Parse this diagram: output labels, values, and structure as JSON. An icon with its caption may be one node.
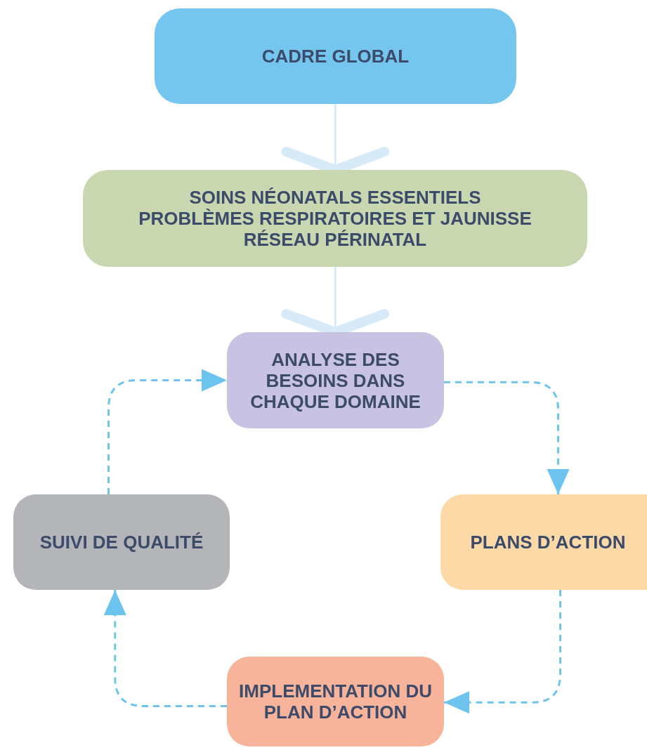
{
  "diagram": {
    "nodes": [
      {
        "text": [
          "CADRE GLOBAL"
        ]
      },
      {
        "text": [
          "SOINS NÉONATALS ESSENTIELS",
          "PROBLÈMES RESPIRATOIRES ET JAUNISSE",
          "RÉSEAU PÉRINATAL"
        ]
      },
      {
        "text": [
          "ANALYSE DES BESOINS DANS CHAQUE DOMAINE"
        ]
      },
      {
        "text": [
          "PLANS D’ACTION"
        ]
      },
      {
        "text": [
          "IMPLEMENTATION DU PLAN D’ACTION"
        ]
      },
      {
        "text": [
          "SUIVI DE QUALITÉ"
        ]
      }
    ],
    "edges": [
      {
        "from": 0,
        "to": 1,
        "arrow": "to",
        "color": "#d6eaf8"
      },
      {
        "from": 1,
        "to": 2,
        "arrow": "to",
        "color": "#d6eaf8"
      },
      {
        "from": 2,
        "to": 3,
        "arrow": "to",
        "style": "dashed"
      },
      {
        "from": 3,
        "to": 4,
        "arrow": "to",
        "style": "dashed"
      },
      {
        "from": 4,
        "to": 5,
        "arrow": "to",
        "style": "dashed"
      },
      {
        "from": 5,
        "to": 2,
        "arrow": "to",
        "style": "dashed"
      }
    ]
  }
}
